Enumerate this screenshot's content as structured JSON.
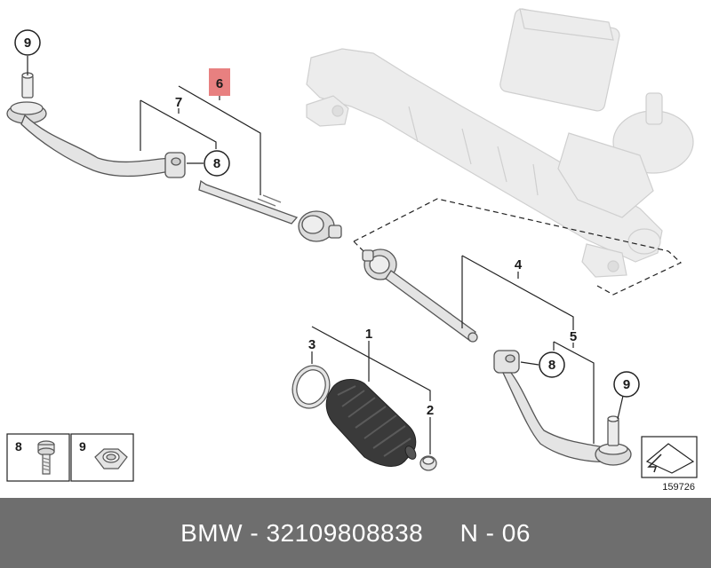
{
  "callouts": {
    "c1": "1",
    "c2": "2",
    "c3": "3",
    "c4": "4",
    "c5": "5",
    "c6": "6",
    "c7": "7",
    "c8_top": "8",
    "c8_right": "8",
    "c9_top": "9",
    "c9_right": "9"
  },
  "legend": {
    "item1_number": "8",
    "item2_number": "9"
  },
  "drawing_number": "159726",
  "footer": {
    "brand": "BMW",
    "part_number": "32109808838",
    "ref": "N - 06"
  },
  "colors": {
    "highlight": "#e88080",
    "footer_bg": "#6e6e6e",
    "part_fill": "#e4e4e4",
    "ghost_fill": "#ececec",
    "boot_fill": "#3a3a3a"
  }
}
